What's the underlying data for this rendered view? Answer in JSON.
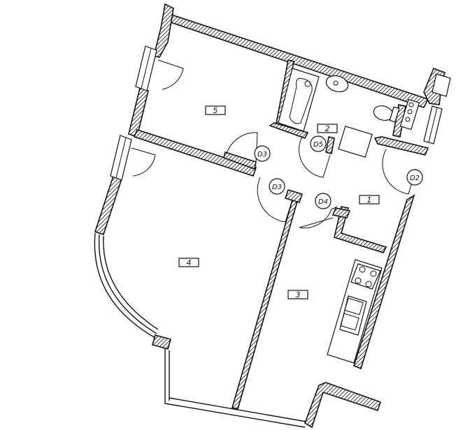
{
  "rooms": [
    {
      "id": "room-1",
      "label": "1"
    },
    {
      "id": "room-2",
      "label": "2"
    },
    {
      "id": "room-3",
      "label": "3"
    },
    {
      "id": "room-4",
      "label": "4"
    },
    {
      "id": "room-5",
      "label": "5"
    }
  ],
  "doors": [
    {
      "id": "door-d2",
      "label": "D2"
    },
    {
      "id": "door-d3-upper",
      "label": "D3"
    },
    {
      "id": "door-d3-lower",
      "label": "D3"
    },
    {
      "id": "door-d4",
      "label": "D4"
    },
    {
      "id": "door-d5",
      "label": "D5"
    }
  ]
}
